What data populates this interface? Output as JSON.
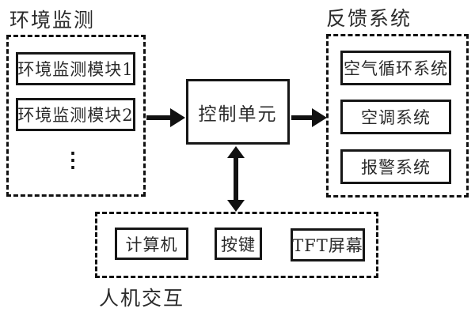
{
  "colors": {
    "line": "#111111",
    "background": "#ffffff",
    "text": "#2b2b2b"
  },
  "env_group": {
    "label": "环境监测",
    "modules": [
      "环境监测模块1",
      "环境监测模块2"
    ],
    "ellipsis": "⋮"
  },
  "control_unit": {
    "label": "控制单元"
  },
  "feedback_group": {
    "label": "反馈系统",
    "modules": [
      "空气循环系统",
      "空调系统",
      "报警系统"
    ]
  },
  "hmi_group": {
    "label": "人机交互",
    "modules": [
      "计算机",
      "按键",
      "TFT屏幕"
    ]
  }
}
